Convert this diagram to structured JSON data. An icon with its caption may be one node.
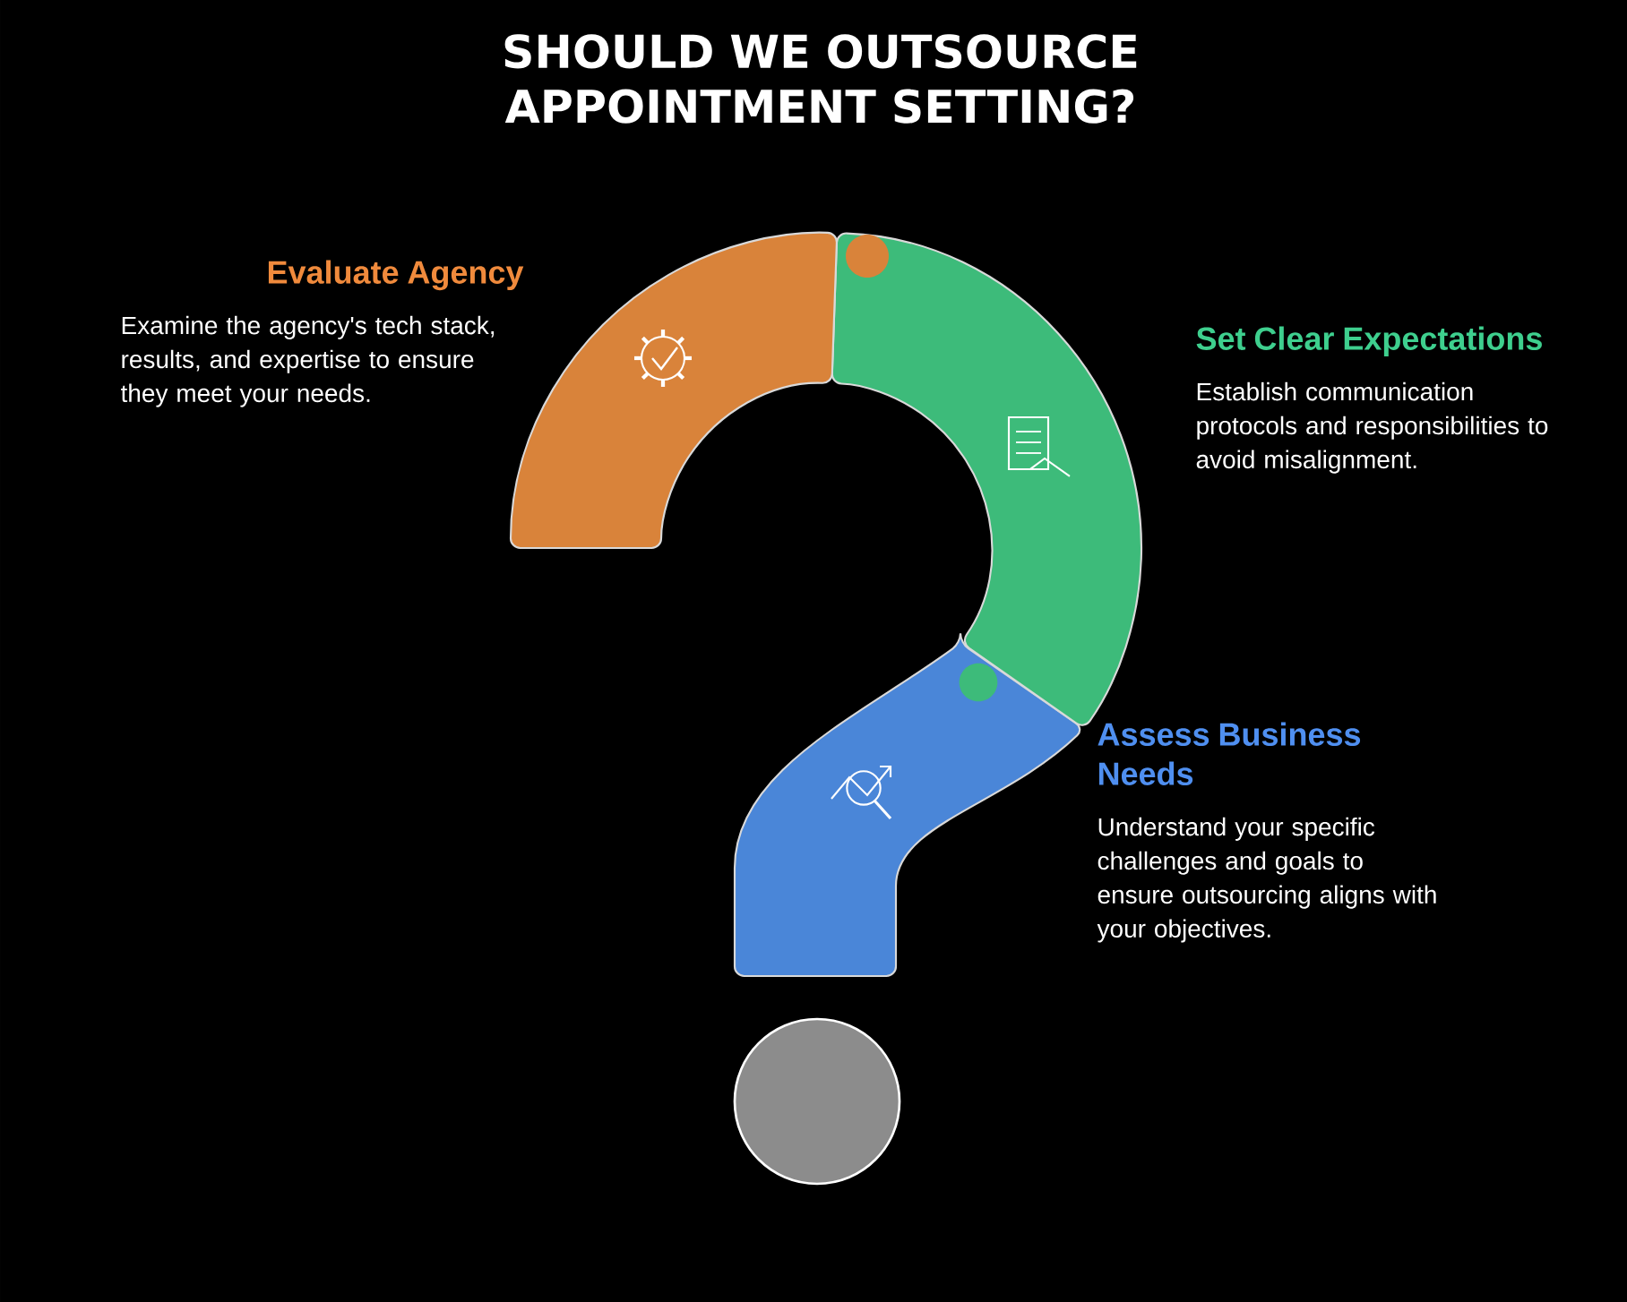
{
  "diagram": {
    "title": "SHOULD WE OUTSOURCE APPOINTMENT SETTING?",
    "nodes": [
      {
        "text": [
          "Evaluate Agency",
          "Examine the agency's tech stack, results, and expertise to ensure they meet your needs."
        ]
      },
      {
        "text": [
          "Set Clear Expectations",
          "Establish communication protocols and responsibilities to avoid misalignment."
        ]
      },
      {
        "text": [
          "Assess Business Needs",
          "Understand your specific challenges and goals to ensure outsourcing aligns with your objectives."
        ]
      },
      {
        "text": [],
        "shape": "circle"
      }
    ]
  }
}
